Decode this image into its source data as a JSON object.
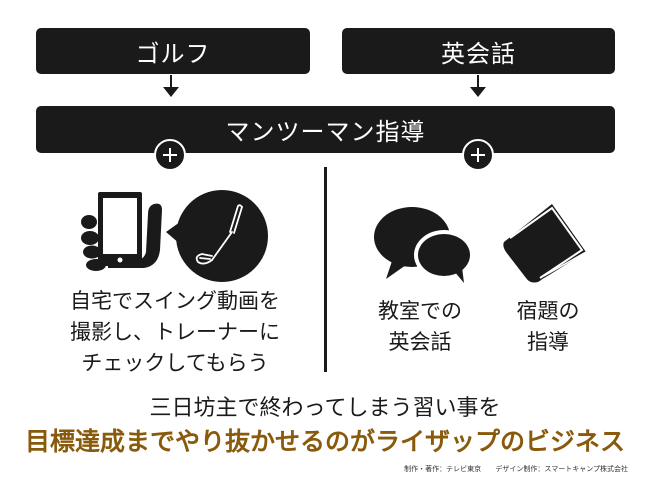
{
  "top_boxes": {
    "golf": "ゴルフ",
    "eikaiwa": "英会話"
  },
  "middle_box": "マンツーマン指導",
  "left_section": {
    "caption_lines": [
      "自宅でスイング動画を",
      "撮影し、トレーナーに",
      "チェックしてもらう"
    ],
    "icons": [
      "smartphone-in-hand-icon",
      "golf-club-speech-bubble-icon"
    ]
  },
  "right_section": {
    "items": [
      {
        "icon": "speech-bubbles-icon",
        "caption_lines": [
          "教室での",
          "英会話"
        ]
      },
      {
        "icon": "book-icon",
        "caption_lines": [
          "宿題の",
          "指導"
        ]
      }
    ]
  },
  "tagline": {
    "line1": "三日坊主で終わってしまう習い事を",
    "line2": "目標達成までやり抜かせるのがライザップのビジネス"
  },
  "credits": {
    "production": "制作・著作：テレビ東京",
    "design": "デザイン制作：スマートキャンプ株式会社"
  },
  "colors": {
    "box": "#1a1a1a",
    "box_text": "#ffffff",
    "highlight": "#8a5a0c"
  }
}
